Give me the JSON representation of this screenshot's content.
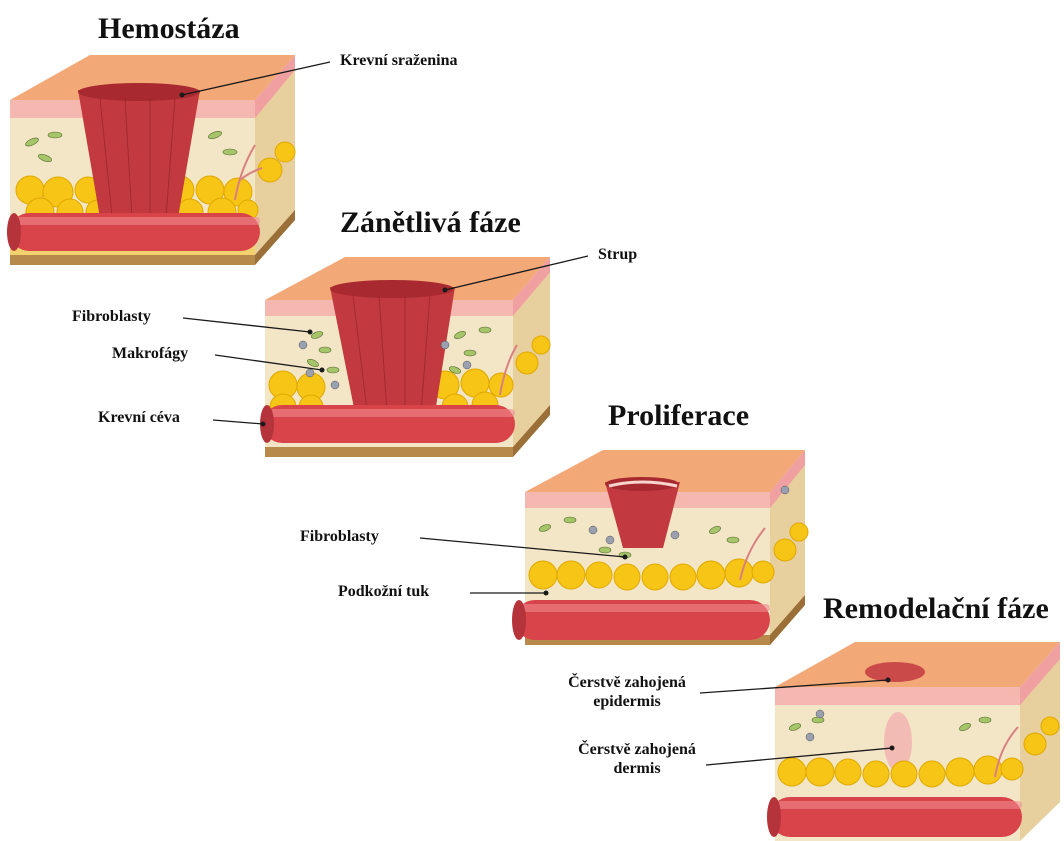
{
  "stages": {
    "hemostaza": {
      "title": "Hemostáza",
      "labels": [
        "Krevní sraženina"
      ]
    },
    "zanetliva": {
      "title": "Zánětlivá fáze",
      "labels": [
        "Strup",
        "Fibroblasty",
        "Makrofágy",
        "Krevní céva"
      ]
    },
    "proliferace": {
      "title": "Proliferace",
      "labels": [
        "Fibroblasty",
        "Podkožní tuk"
      ]
    },
    "remodelacni": {
      "title": "Remodelační fáze",
      "labels": [
        "Čerstvě zahojená\nepidermis",
        "Čerstvě zahojená\ndermis"
      ]
    }
  },
  "colors": {
    "epidermis_top": "#f2a877",
    "dermis": "#f3e6c6",
    "papillary": "#f4b8b0",
    "fat": "#f7c516",
    "vessel": "#d9444b",
    "clot": "#c23a3f",
    "base": "#b78a4c",
    "leader": "#1a1a1a"
  }
}
